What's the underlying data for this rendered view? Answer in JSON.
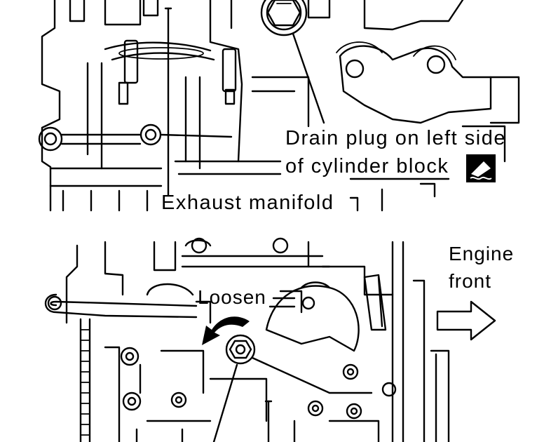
{
  "labels": {
    "drain_plug_line1": "Drain plug on left side",
    "drain_plug_line2": "of cylinder block",
    "exhaust_manifold": "Exhaust manifold",
    "engine_front_line1": "Engine",
    "engine_front_line2": "front",
    "loosen": "Loosen"
  },
  "icons": {
    "sealant": "liquid-gasket-icon",
    "front_arrow": "right-arrow-icon",
    "loosen_arrow": "counterclockwise-arrow-icon"
  },
  "colors": {
    "ink": "#000000",
    "paper": "#ffffff"
  }
}
